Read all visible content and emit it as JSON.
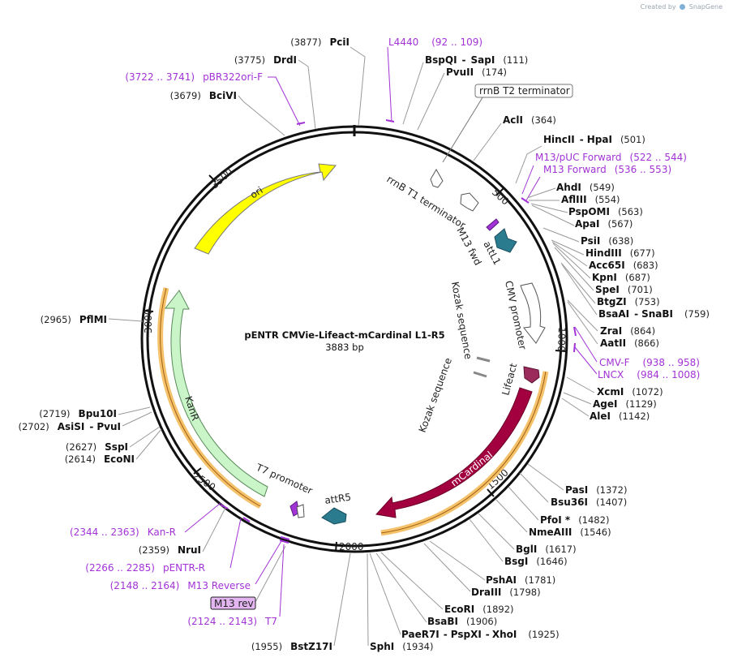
{
  "credit": {
    "prefix": "Created by",
    "brand": "SnapGene",
    "logo_icon": "snapgene-logo-icon"
  },
  "plasmid": {
    "name": "pENTR CMVie-Lifeact-mCardinal L1-R5",
    "length_label": "3883 bp",
    "length": 3883
  },
  "colors": {
    "ori": "#ffff00",
    "kanr": "#c9f5c9",
    "att": "#2b7b8f",
    "lifeact": "#9b2b5a",
    "mcardinal": "#a3003f",
    "primer": "#a233d6",
    "orf_halo": "#f5c26b"
  },
  "ticks": [
    {
      "pos": 500,
      "label": "500"
    },
    {
      "pos": 1000,
      "label": "1000"
    },
    {
      "pos": 1500,
      "label": "1500"
    },
    {
      "pos": 2000,
      "label": "2000"
    },
    {
      "pos": 2500,
      "label": "2500"
    },
    {
      "pos": 3000,
      "label": "3000"
    },
    {
      "pos": 3500,
      "label": "3500"
    }
  ],
  "right_labels": [
    {
      "name": "BspQI",
      "sep": "-",
      "name2": "SapI",
      "pos": "(111)"
    },
    {
      "name": "PvuII",
      "pos": "(174)"
    },
    {
      "name": "AclI",
      "pos": "(364)"
    },
    {
      "name": "HincII",
      "sep": "-",
      "name2": "HpaI",
      "pos": "(501)"
    },
    {
      "name": "AhdI",
      "pos": "(549)"
    },
    {
      "name": "AflIII",
      "pos": "(554)"
    },
    {
      "name": "PspOMI",
      "pos": "(563)"
    },
    {
      "name": "ApaI",
      "pos": "(567)"
    },
    {
      "name": "PsiI",
      "pos": "(638)"
    },
    {
      "name": "HindIII",
      "pos": "(677)"
    },
    {
      "name": "Acc65I",
      "pos": "(683)"
    },
    {
      "name": "KpnI",
      "pos": "(687)"
    },
    {
      "name": "SpeI",
      "pos": "(701)"
    },
    {
      "name": "BtgZI",
      "pos": "(753)"
    },
    {
      "name": "BsaAI",
      "sep": "-",
      "name2": "SnaBI",
      "pos": "(759)"
    },
    {
      "name": "ZraI",
      "pos": "(864)"
    },
    {
      "name": "AatII",
      "pos": "(866)"
    },
    {
      "name": "XcmI",
      "pos": "(1072)"
    },
    {
      "name": "AgeI",
      "pos": "(1129)"
    },
    {
      "name": "AleI",
      "pos": "(1142)"
    },
    {
      "name": "PasI",
      "pos": "(1372)"
    },
    {
      "name": "Bsu36I",
      "pos": "(1407)"
    },
    {
      "name": "PfoI *",
      "pos": "(1482)"
    },
    {
      "name": "NmeAIII",
      "pos": "(1546)"
    },
    {
      "name": "BglI",
      "pos": "(1617)"
    },
    {
      "name": "BsgI",
      "pos": "(1646)"
    },
    {
      "name": "PshAI",
      "pos": "(1781)"
    },
    {
      "name": "DraIII",
      "pos": "(1798)"
    },
    {
      "name": "EcoRI",
      "pos": "(1892)"
    },
    {
      "name": "BsaBI",
      "pos": "(1906)"
    },
    {
      "name": "PaeR7I",
      "sep": "-",
      "name2": "PspXI",
      "sep2": "-",
      "name3": "XhoI",
      "pos": "(1925)"
    },
    {
      "name": "SphI",
      "pos": "(1934)"
    }
  ],
  "left_labels": [
    {
      "name": "PciI",
      "pos": "(3877)"
    },
    {
      "name": "DrdI",
      "pos": "(3775)"
    },
    {
      "name": "BciVI",
      "pos": "(3679)"
    },
    {
      "name": "PflMI",
      "pos": "(2965)"
    },
    {
      "name": "Bpu10I",
      "pos": "(2719)"
    },
    {
      "name": "AsiSI",
      "sep": "-",
      "name2": "PvuI",
      "pos": "(2702)"
    },
    {
      "name": "SspI",
      "pos": "(2627)"
    },
    {
      "name": "EcoNI",
      "pos": "(2614)"
    },
    {
      "name": "NruI",
      "pos": "(2359)"
    },
    {
      "name": "BstZ17I",
      "pos": "(1955)"
    }
  ],
  "primers": [
    {
      "name": "L4440",
      "range": "(92 .. 109)"
    },
    {
      "name": "M13/pUC Forward",
      "range": "(522 .. 544)"
    },
    {
      "name": "M13 Forward",
      "range": "(536 .. 553)"
    },
    {
      "name": "CMV-F",
      "range": "(938 .. 958)"
    },
    {
      "name": "LNCX",
      "range": "(984 .. 1008)"
    },
    {
      "name": "pBR322ori-F",
      "range": "(3722 .. 3741)"
    },
    {
      "name": "Kan-R",
      "range": "(2344 .. 2363)"
    },
    {
      "name": "pENTR-R",
      "range": "(2266 .. 2285)"
    },
    {
      "name": "M13 Reverse",
      "range": "(2148 .. 2164)"
    },
    {
      "name": "M13 rev",
      "range": ""
    },
    {
      "name": "T7",
      "range": "(2124 .. 2143)"
    }
  ],
  "features": {
    "rrnb_t2": "rrnB T2 terminator",
    "rrnb_t1": "rrnB T1 terminator",
    "m13_fwd": "M13 fwd",
    "attl1": "attL1",
    "cmv_promoter": "CMV promoter",
    "kozak1": "Kozak sequence",
    "kozak2": "Kozak sequence",
    "lifeact": "Lifeact",
    "mcardinal": "mCardinal",
    "attr5": "attR5",
    "t7_promoter": "T7 promoter",
    "kanr": "KanR",
    "ori": "ori"
  }
}
